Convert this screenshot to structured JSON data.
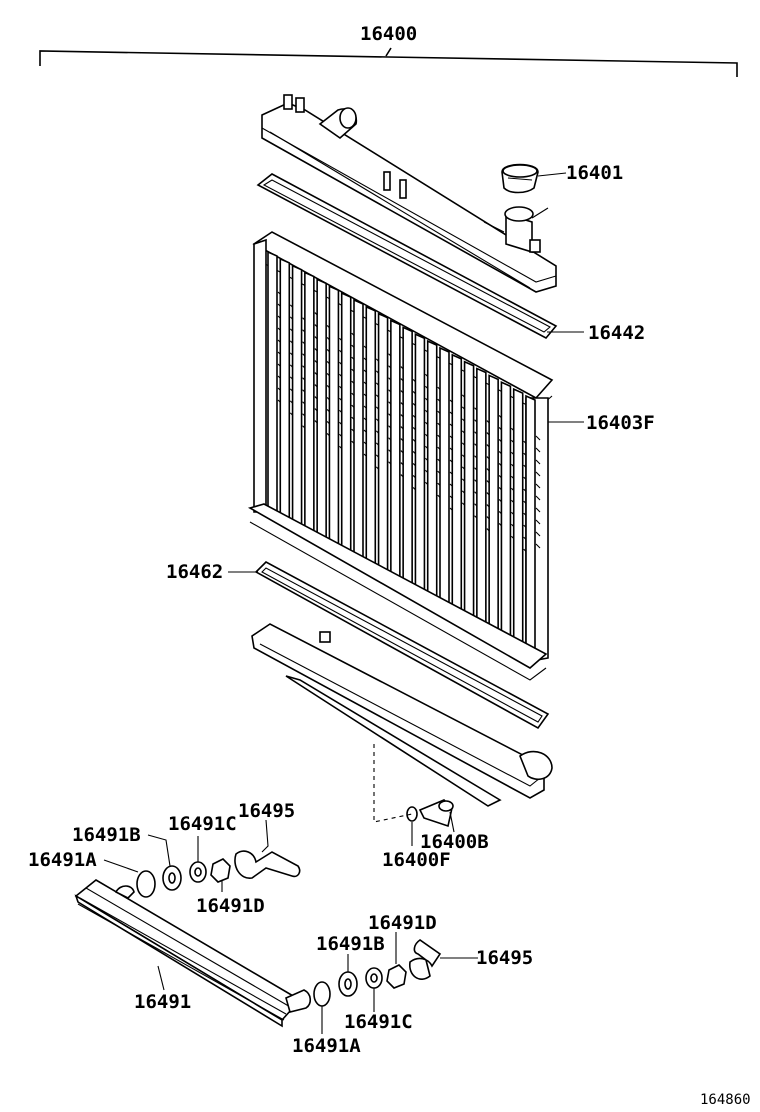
{
  "diagram": {
    "labels": {
      "assembly": "16400",
      "cap": "16401",
      "upper_gasket": "16442",
      "core": "16403F",
      "lower_gasket": "16462",
      "drain_plug": "16400B",
      "drain_oring": "16400F",
      "cooler_gasket_b_upper": "16491B",
      "cooler_cone_c_upper": "16491C",
      "cooler_pipe_upper": "16495",
      "cooler_oring_a_upper": "16491A",
      "cooler_nut_d_upper": "16491D",
      "cooler_nut_d_lower": "16491D",
      "cooler_gasket_b_lower": "16491B",
      "cooler_pipe_lower": "16495",
      "cooler": "16491",
      "cooler_cone_c_lower": "16491C",
      "cooler_oring_a_lower": "16491A",
      "ref_number": "164860"
    }
  }
}
